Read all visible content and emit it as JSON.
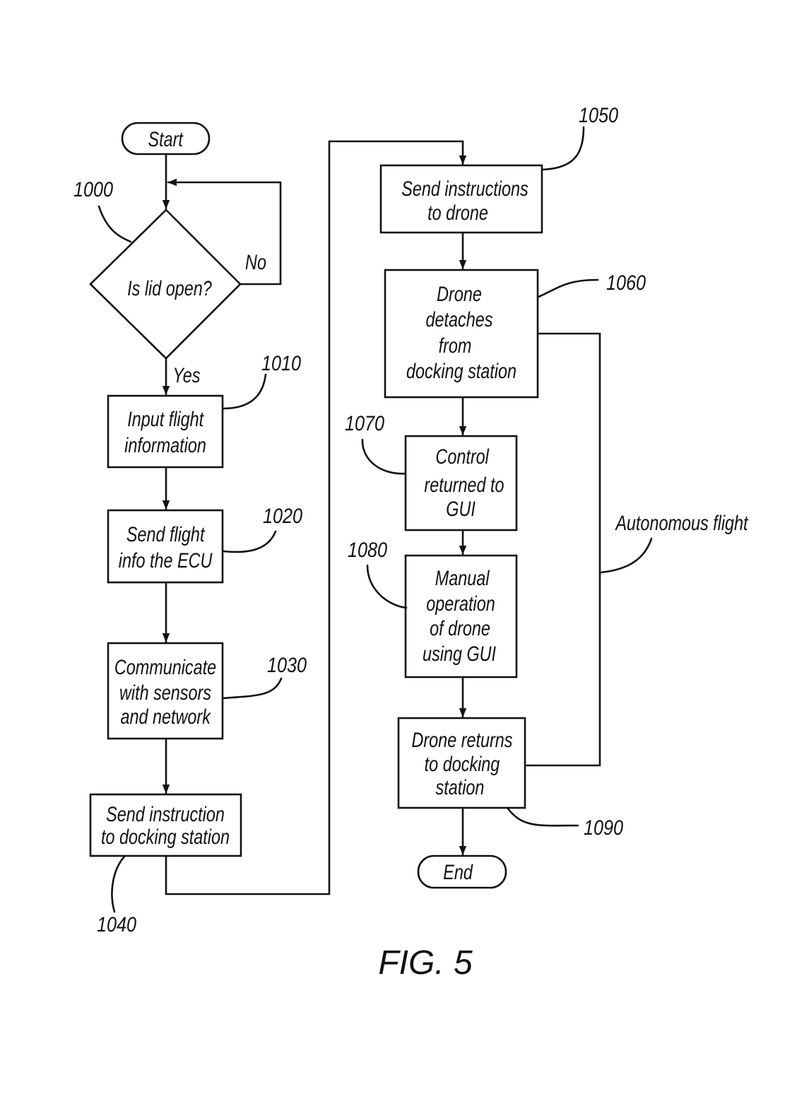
{
  "terminals": {
    "start": "Start",
    "end": "End"
  },
  "decision": {
    "ref": "1000",
    "question": "Is lid open?",
    "yes_label": "Yes",
    "no_label": "No"
  },
  "steps": [
    {
      "ref": "1010",
      "lines": [
        "Input flight",
        "information"
      ]
    },
    {
      "ref": "1020",
      "lines": [
        "Send flight",
        "info the ECU"
      ]
    },
    {
      "ref": "1030",
      "lines": [
        "Communicate",
        "with sensors",
        "and network"
      ]
    },
    {
      "ref": "1040",
      "lines": [
        "Send instruction",
        "to docking station"
      ]
    },
    {
      "ref": "1050",
      "lines": [
        "Send instructions",
        "to drone"
      ]
    },
    {
      "ref": "1060",
      "lines": [
        "Drone",
        "detaches",
        "from",
        "docking station"
      ]
    },
    {
      "ref": "1070",
      "lines": [
        "Control",
        "returned to",
        "GUI"
      ]
    },
    {
      "ref": "1080",
      "lines": [
        "Manual",
        "operation",
        "of drone",
        "using GUI"
      ]
    },
    {
      "ref": "1090",
      "lines": [
        "Drone returns",
        "to docking",
        "station"
      ]
    }
  ],
  "branch": {
    "label": "Autonomous flight"
  },
  "caption": "FIG. 5"
}
